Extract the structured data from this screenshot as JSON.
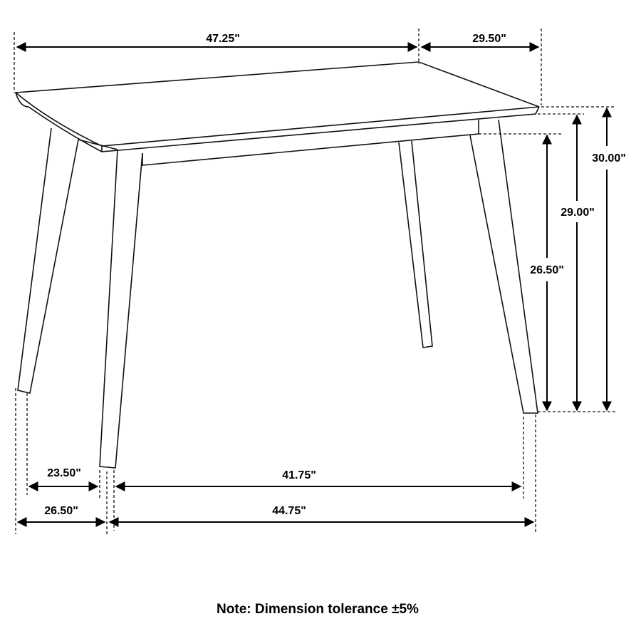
{
  "dimensions": {
    "top_length": "47.25\"",
    "top_depth": "29.50\"",
    "overall_height": "30.00\"",
    "top_underside_height": "29.00\"",
    "apron_clearance": "26.50\"",
    "leg_inner_depth": "23.50\"",
    "leg_inner_length": "41.75\"",
    "leg_outer_depth": "26.50\"",
    "leg_outer_length": "44.75\""
  },
  "note": "Note: Dimension tolerance ±5%"
}
